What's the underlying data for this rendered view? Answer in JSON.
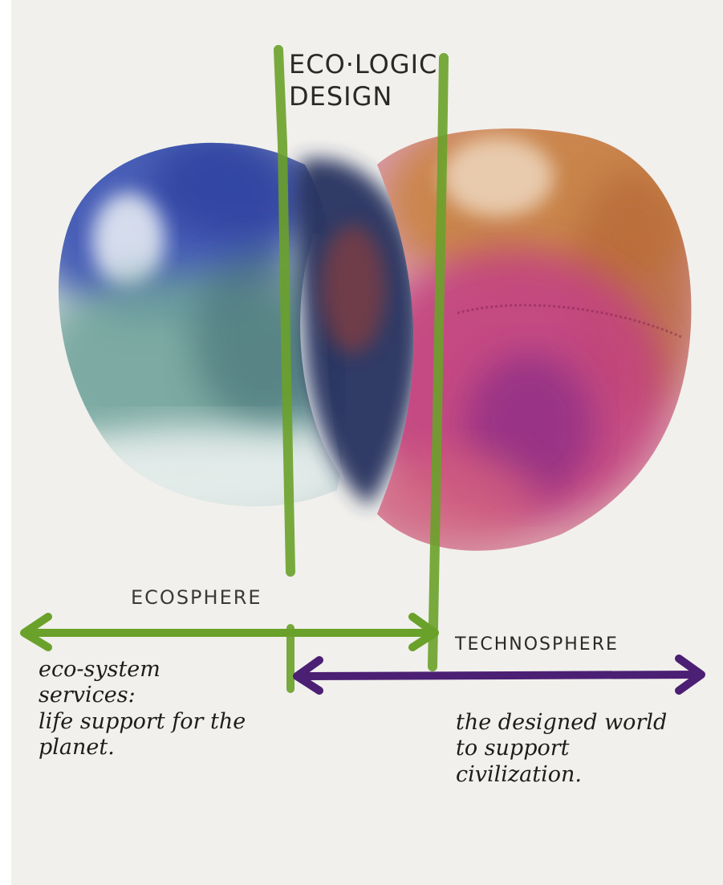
{
  "title": "ECO·LOGIC\nDESIGN",
  "left_zone": {
    "label": "ECOSPHERE",
    "description": "eco-system\nservices:\nlife support for the\nplanet."
  },
  "right_zone": {
    "label": "TECHNOSPHERE",
    "description": "the designed world\nto support\ncivilization."
  },
  "colors": {
    "green_line": "#6aa12a",
    "purple_arrow": "#4b1f73",
    "blue_wash": "#3a52b4",
    "teal_wash": "#7fb0a6",
    "navy_wash": "#26305e",
    "orange_wash": "#c98446",
    "magenta_wash": "#c2427f"
  }
}
